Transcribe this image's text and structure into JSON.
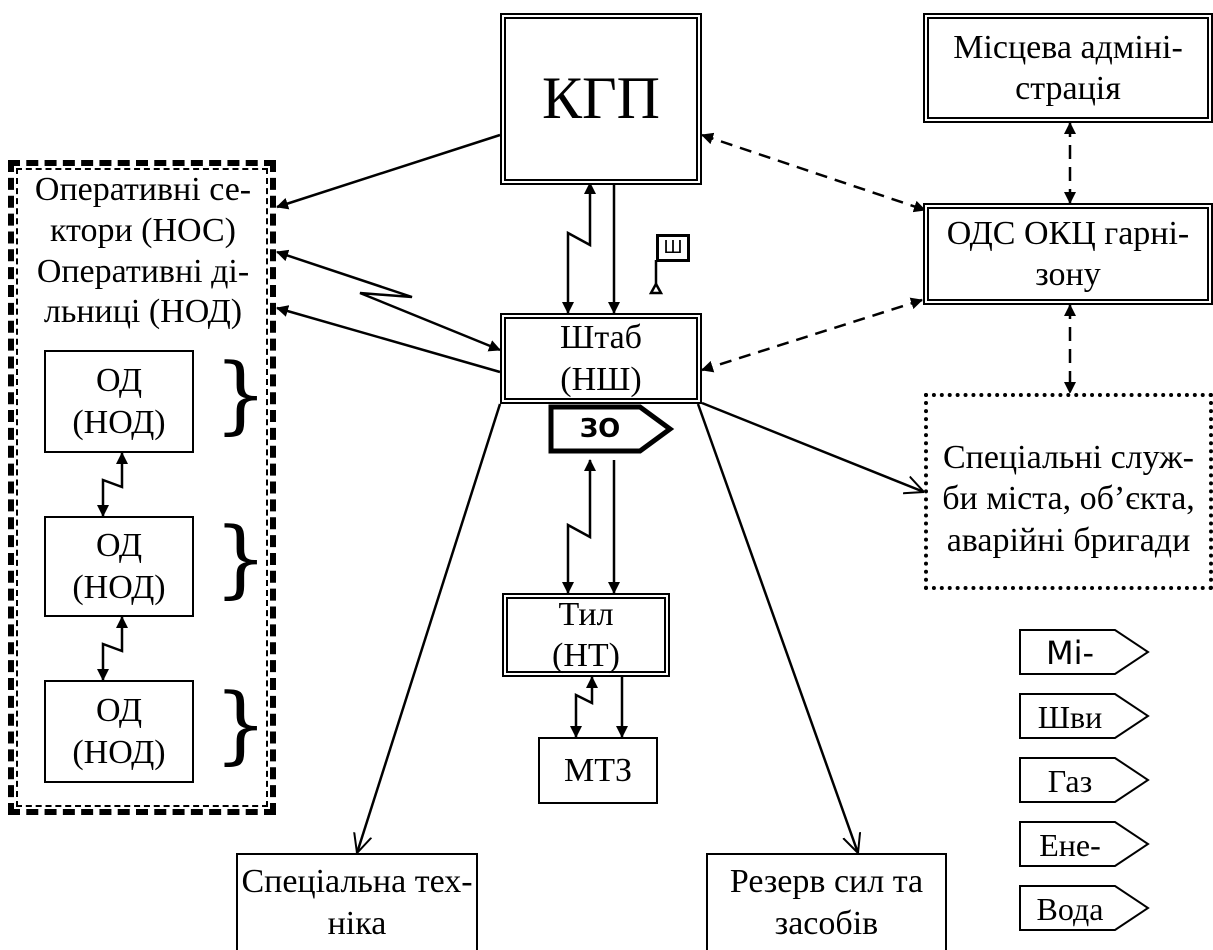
{
  "nodes": {
    "kgp": "КГП",
    "local_admin": "Місцева адміні-\nстрація",
    "ods": "ОДС ОКЦ гарні-\nзону",
    "special_services": "Спеціальні служ-\nби міста, об’єкта,\nаварійні бригади",
    "operative_group": "Оперативні се-\nктори (НОС)\nОперативні ді-\nльниці (НОД)",
    "od_1": "ОД\n(НОД)",
    "od_2": "ОД\n(НОД)",
    "od_3": "ОД\n(НОД)",
    "staff": "Штаб\n(НШ)",
    "zo_tag": "ЗО",
    "staff_flag": "Ш",
    "rear": "Тил\n(НТ)",
    "mtz": "МТЗ",
    "special_equipment": "Спеціальна тех-\nніка",
    "reserve": "Резерв сил та\nзасобів"
  },
  "tags": [
    "Мі-",
    "Шви",
    "Газ",
    "Ене-",
    "Вода"
  ]
}
